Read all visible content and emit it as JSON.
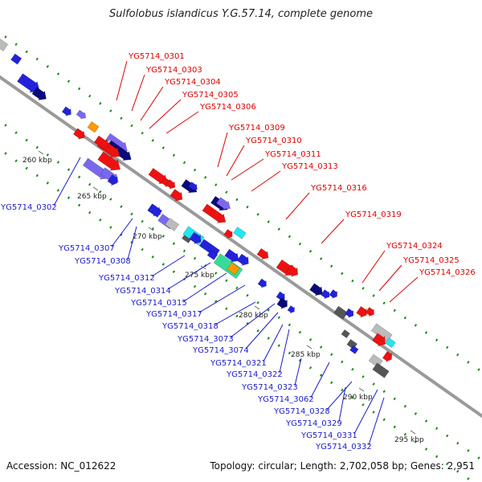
{
  "title": "Sulfolobus islandicus Y.G.57.14, complete genome",
  "footer": {
    "accession": "Accession: NC_012622",
    "summary": "Topology: circular; Length: 2,702,058 bp; Genes: 2,951"
  },
  "colors": {
    "backbone": "#9a9a9a",
    "gc_dots": "#1a8a1a",
    "forward_label": "#dd0000",
    "reverse_label": "#1a1acc",
    "forward_feature": "#ee1111",
    "reverse_feature": "#2222dd",
    "reverse_dark": "#0a0a7a",
    "reverse_light": "#7b68ee",
    "orange": "#ff9900",
    "cyan": "#22e6ee",
    "green": "#33dd99",
    "gray": "#bbbbbb",
    "gray_dark": "#555555"
  },
  "ticks": [
    "260 kbp",
    "265 kbp",
    "270 kbp",
    "275 kbp",
    "280 kbp",
    "285 kbp",
    "290 kbp",
    "295 kbp"
  ],
  "forward_labels": [
    "YG5714_0301",
    "YG5714_0303",
    "YG5714_0304",
    "YG5714_0305",
    "YG5714_0306",
    "YG5714_0309",
    "YG5714_0310",
    "YG5714_0311",
    "YG5714_0313",
    "YG5714_0316",
    "YG5714_0319",
    "YG5714_0324",
    "YG5714_0325",
    "YG5714_0326"
  ],
  "reverse_labels": [
    "YG5714_0302",
    "YG5714_0307",
    "YG5714_0308",
    "YG5714_0312",
    "YG5714_0314",
    "YG5714_0315",
    "YG5714_0317",
    "YG5714_0318",
    "YG5714_3073",
    "YG5714_3074",
    "YG5714_0321",
    "YG5714_0322",
    "YG5714_0323",
    "YG5714_3062",
    "YG5714_0328",
    "YG5714_0329",
    "YG5714_0331",
    "YG5714_0332"
  ]
}
